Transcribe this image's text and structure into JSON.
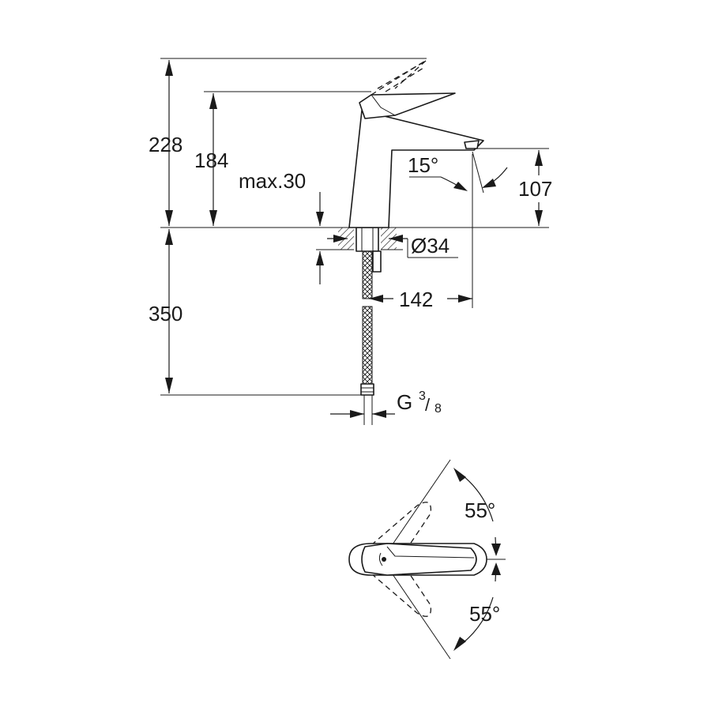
{
  "drawing": {
    "dimensions": {
      "total_height": "228",
      "spout_height": "184",
      "max_thickness": "max.30",
      "swivel_angle": "15°",
      "outlet_height": "107",
      "hole_diameter": "Ø34",
      "below_deck": "350",
      "projection": "142",
      "thread_base": "G",
      "thread_num": "3",
      "thread_den": "8",
      "lever_angle_up": "55°",
      "lever_angle_down": "55°"
    }
  }
}
